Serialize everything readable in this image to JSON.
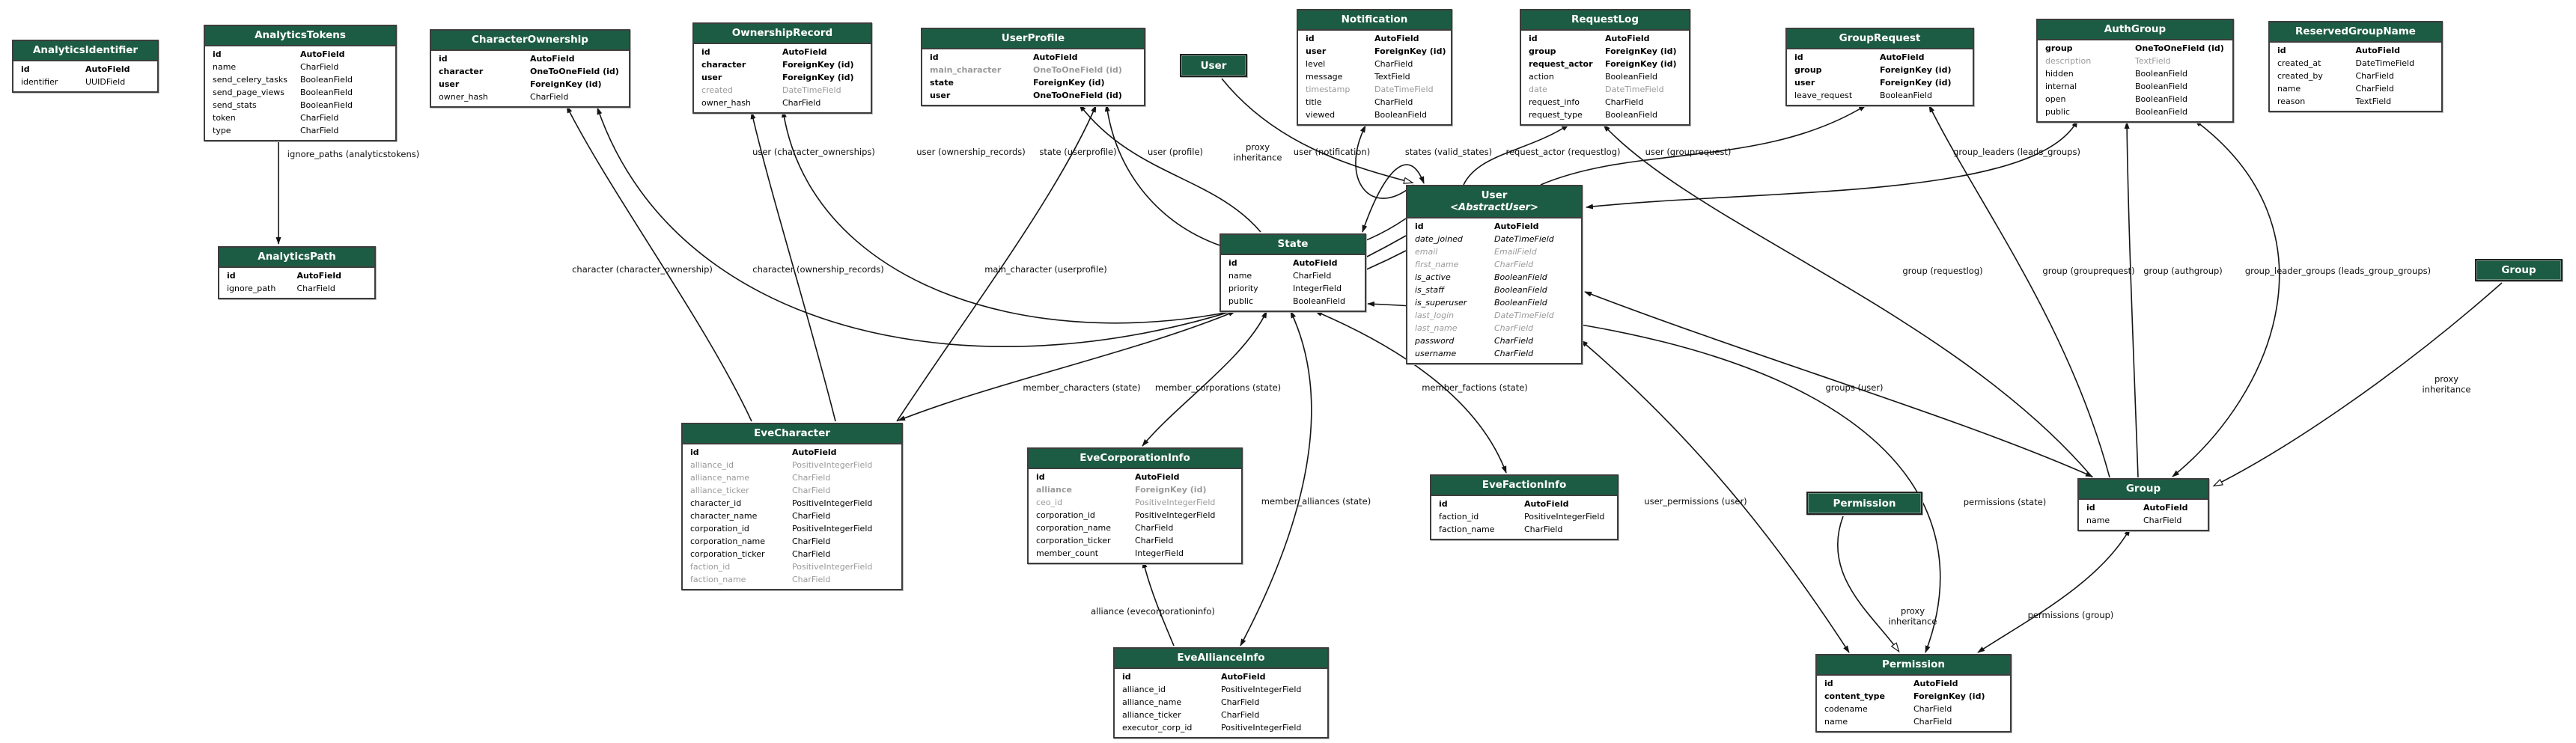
{
  "colors": {
    "header_green": "#1d5c44",
    "table_border": "#3d3d3d",
    "muted_text": "#9a9a9a",
    "edge": "#141414",
    "background": "#ffffff"
  },
  "entities": [
    {
      "id": "analyticsidentifier",
      "kind": "table",
      "title": "AnalyticsIdentifier",
      "fields": [
        {
          "name": "id",
          "type": "AutoField",
          "bold": true
        },
        {
          "name": "identifier",
          "type": "UUIDField"
        }
      ]
    },
    {
      "id": "analyticstokens",
      "kind": "table",
      "title": "AnalyticsTokens",
      "fields": [
        {
          "name": "id",
          "type": "AutoField",
          "bold": true
        },
        {
          "name": "name",
          "type": "CharField"
        },
        {
          "name": "send_celery_tasks",
          "type": "BooleanField"
        },
        {
          "name": "send_page_views",
          "type": "BooleanField"
        },
        {
          "name": "send_stats",
          "type": "BooleanField"
        },
        {
          "name": "token",
          "type": "CharField"
        },
        {
          "name": "type",
          "type": "CharField"
        }
      ]
    },
    {
      "id": "analyticspath",
      "kind": "table",
      "title": "AnalyticsPath",
      "fields": [
        {
          "name": "id",
          "type": "AutoField",
          "bold": true
        },
        {
          "name": "ignore_path",
          "type": "CharField"
        }
      ]
    },
    {
      "id": "characterownership",
      "kind": "table",
      "title": "CharacterOwnership",
      "fields": [
        {
          "name": "id",
          "type": "AutoField",
          "bold": true
        },
        {
          "name": "character",
          "type": "OneToOneField (id)",
          "bold": true
        },
        {
          "name": "user",
          "type": "ForeignKey (id)",
          "bold": true
        },
        {
          "name": "owner_hash",
          "type": "CharField"
        }
      ]
    },
    {
      "id": "ownershiprecord",
      "kind": "table",
      "title": "OwnershipRecord",
      "fields": [
        {
          "name": "id",
          "type": "AutoField",
          "bold": true
        },
        {
          "name": "character",
          "type": "ForeignKey (id)",
          "bold": true
        },
        {
          "name": "user",
          "type": "ForeignKey (id)",
          "bold": true
        },
        {
          "name": "created",
          "type": "DateTimeField",
          "muted": true
        },
        {
          "name": "owner_hash",
          "type": "CharField"
        }
      ]
    },
    {
      "id": "userprofile",
      "kind": "table",
      "title": "UserProfile",
      "fields": [
        {
          "name": "id",
          "type": "AutoField",
          "bold": true
        },
        {
          "name": "main_character",
          "type": "OneToOneField (id)",
          "bold": true,
          "muted": true
        },
        {
          "name": "state",
          "type": "ForeignKey (id)",
          "bold": true
        },
        {
          "name": "user",
          "type": "OneToOneField (id)",
          "bold": true
        }
      ]
    },
    {
      "id": "user_ref",
      "kind": "ref",
      "title": "User"
    },
    {
      "id": "notification",
      "kind": "table",
      "title": "Notification",
      "fields": [
        {
          "name": "id",
          "type": "AutoField",
          "bold": true
        },
        {
          "name": "user",
          "type": "ForeignKey (id)",
          "bold": true
        },
        {
          "name": "level",
          "type": "CharField"
        },
        {
          "name": "message",
          "type": "TextField"
        },
        {
          "name": "timestamp",
          "type": "DateTimeField",
          "muted": true
        },
        {
          "name": "title",
          "type": "CharField"
        },
        {
          "name": "viewed",
          "type": "BooleanField"
        }
      ]
    },
    {
      "id": "requestlog",
      "kind": "table",
      "title": "RequestLog",
      "fields": [
        {
          "name": "id",
          "type": "AutoField",
          "bold": true
        },
        {
          "name": "group",
          "type": "ForeignKey (id)",
          "bold": true
        },
        {
          "name": "request_actor",
          "type": "ForeignKey (id)",
          "bold": true
        },
        {
          "name": "action",
          "type": "BooleanField"
        },
        {
          "name": "date",
          "type": "DateTimeField",
          "muted": true
        },
        {
          "name": "request_info",
          "type": "CharField"
        },
        {
          "name": "request_type",
          "type": "BooleanField"
        }
      ]
    },
    {
      "id": "grouprequest",
      "kind": "table",
      "title": "GroupRequest",
      "fields": [
        {
          "name": "id",
          "type": "AutoField",
          "bold": true
        },
        {
          "name": "group",
          "type": "ForeignKey (id)",
          "bold": true
        },
        {
          "name": "user",
          "type": "ForeignKey (id)",
          "bold": true
        },
        {
          "name": "leave_request",
          "type": "BooleanField"
        }
      ]
    },
    {
      "id": "authgroup",
      "kind": "table",
      "title": "AuthGroup",
      "fields": [
        {
          "name": "group",
          "type": "OneToOneField (id)",
          "bold": true
        },
        {
          "name": "description",
          "type": "TextField",
          "muted": true
        },
        {
          "name": "hidden",
          "type": "BooleanField"
        },
        {
          "name": "internal",
          "type": "BooleanField"
        },
        {
          "name": "open",
          "type": "BooleanField"
        },
        {
          "name": "public",
          "type": "BooleanField"
        }
      ]
    },
    {
      "id": "reservedgroupname",
      "kind": "table",
      "title": "ReservedGroupName",
      "fields": [
        {
          "name": "id",
          "type": "AutoField",
          "bold": true
        },
        {
          "name": "created_at",
          "type": "DateTimeField"
        },
        {
          "name": "created_by",
          "type": "CharField"
        },
        {
          "name": "name",
          "type": "CharField"
        },
        {
          "name": "reason",
          "type": "TextField"
        }
      ]
    },
    {
      "id": "state",
      "kind": "table",
      "title": "State",
      "fields": [
        {
          "name": "id",
          "type": "AutoField",
          "bold": true
        },
        {
          "name": "name",
          "type": "CharField"
        },
        {
          "name": "priority",
          "type": "IntegerField"
        },
        {
          "name": "public",
          "type": "BooleanField"
        }
      ]
    },
    {
      "id": "user_abstract",
      "kind": "table",
      "title": "User",
      "subtitle": "<AbstractUser>",
      "fields": [
        {
          "name": "id",
          "type": "AutoField",
          "bold": true
        },
        {
          "name": "date_joined",
          "type": "DateTimeField",
          "italic": true
        },
        {
          "name": "email",
          "type": "EmailField",
          "italic": true,
          "muted": true
        },
        {
          "name": "first_name",
          "type": "CharField",
          "italic": true,
          "muted": true
        },
        {
          "name": "is_active",
          "type": "BooleanField",
          "italic": true
        },
        {
          "name": "is_staff",
          "type": "BooleanField",
          "italic": true
        },
        {
          "name": "is_superuser",
          "type": "BooleanField",
          "italic": true
        },
        {
          "name": "last_login",
          "type": "DateTimeField",
          "italic": true,
          "muted": true
        },
        {
          "name": "last_name",
          "type": "CharField",
          "italic": true,
          "muted": true
        },
        {
          "name": "password",
          "type": "CharField",
          "italic": true
        },
        {
          "name": "username",
          "type": "CharField",
          "italic": true
        }
      ]
    },
    {
      "id": "evecharacter",
      "kind": "table",
      "title": "EveCharacter",
      "fields": [
        {
          "name": "id",
          "type": "AutoField",
          "bold": true
        },
        {
          "name": "alliance_id",
          "type": "PositiveIntegerField",
          "muted": true
        },
        {
          "name": "alliance_name",
          "type": "CharField",
          "muted": true
        },
        {
          "name": "alliance_ticker",
          "type": "CharField",
          "muted": true
        },
        {
          "name": "character_id",
          "type": "PositiveIntegerField"
        },
        {
          "name": "character_name",
          "type": "CharField"
        },
        {
          "name": "corporation_id",
          "type": "PositiveIntegerField"
        },
        {
          "name": "corporation_name",
          "type": "CharField"
        },
        {
          "name": "corporation_ticker",
          "type": "CharField"
        },
        {
          "name": "faction_id",
          "type": "PositiveIntegerField",
          "muted": true
        },
        {
          "name": "faction_name",
          "type": "CharField",
          "muted": true
        }
      ]
    },
    {
      "id": "evecorporationinfo",
      "kind": "table",
      "title": "EveCorporationInfo",
      "fields": [
        {
          "name": "id",
          "type": "AutoField",
          "bold": true
        },
        {
          "name": "alliance",
          "type": "ForeignKey (id)",
          "bold": true,
          "muted": true
        },
        {
          "name": "ceo_id",
          "type": "PositiveIntegerField",
          "muted": true
        },
        {
          "name": "corporation_id",
          "type": "PositiveIntegerField"
        },
        {
          "name": "corporation_name",
          "type": "CharField"
        },
        {
          "name": "corporation_ticker",
          "type": "CharField"
        },
        {
          "name": "member_count",
          "type": "IntegerField"
        }
      ]
    },
    {
      "id": "evefactioninfo",
      "kind": "table",
      "title": "EveFactionInfo",
      "fields": [
        {
          "name": "id",
          "type": "AutoField",
          "bold": true
        },
        {
          "name": "faction_id",
          "type": "PositiveIntegerField"
        },
        {
          "name": "faction_name",
          "type": "CharField"
        }
      ]
    },
    {
      "id": "permission_ref",
      "kind": "ref",
      "title": "Permission"
    },
    {
      "id": "group_table",
      "kind": "table",
      "title": "Group",
      "fields": [
        {
          "name": "id",
          "type": "AutoField",
          "bold": true
        },
        {
          "name": "name",
          "type": "CharField"
        }
      ]
    },
    {
      "id": "group_ref",
      "kind": "ref",
      "title": "Group"
    },
    {
      "id": "eveallianceinfo",
      "kind": "table",
      "title": "EveAllianceInfo",
      "fields": [
        {
          "name": "id",
          "type": "AutoField",
          "bold": true
        },
        {
          "name": "alliance_id",
          "type": "PositiveIntegerField"
        },
        {
          "name": "alliance_name",
          "type": "CharField"
        },
        {
          "name": "alliance_ticker",
          "type": "CharField"
        },
        {
          "name": "executor_corp_id",
          "type": "PositiveIntegerField"
        }
      ]
    },
    {
      "id": "permission_table",
      "kind": "table",
      "title": "Permission",
      "fields": [
        {
          "name": "id",
          "type": "AutoField",
          "bold": true
        },
        {
          "name": "content_type",
          "type": "ForeignKey (id)",
          "bold": true
        },
        {
          "name": "codename",
          "type": "CharField"
        },
        {
          "name": "name",
          "type": "CharField"
        }
      ]
    }
  ],
  "edges": [
    {
      "from": "analyticstokens",
      "to": "analyticspath",
      "label": "ignore_paths (analyticstokens)",
      "type": "m2m"
    },
    {
      "from": "user_abstract",
      "to": "characterownership",
      "label": "user (character_ownerships)",
      "type": "fk"
    },
    {
      "from": "user_abstract",
      "to": "ownershiprecord",
      "label": "user (ownership_records)",
      "type": "fk"
    },
    {
      "from": "user_abstract",
      "to": "userprofile",
      "label": "user (profile)",
      "type": "fk"
    },
    {
      "from": "state",
      "to": "userprofile",
      "label": "state (userprofile)",
      "type": "fk"
    },
    {
      "from": "user_abstract",
      "to": "notification",
      "label": "user (notification)",
      "type": "fk"
    },
    {
      "from": "user_abstract",
      "to": "requestlog",
      "label": "request_actor (requestlog)",
      "type": "fk"
    },
    {
      "from": "user_abstract",
      "to": "grouprequest",
      "label": "user (grouprequest)",
      "type": "fk"
    },
    {
      "from": "group_table",
      "to": "requestlog",
      "label": "group (requestlog)",
      "type": "fk"
    },
    {
      "from": "group_table",
      "to": "grouprequest",
      "label": "group (grouprequest)",
      "type": "fk"
    },
    {
      "from": "group_table",
      "to": "authgroup",
      "label": "group (authgroup)",
      "type": "fk"
    },
    {
      "from": "evecharacter",
      "to": "characterownership",
      "label": "character (character_ownership)",
      "type": "fk"
    },
    {
      "from": "evecharacter",
      "to": "ownershiprecord",
      "label": "character (ownership_records)",
      "type": "fk"
    },
    {
      "from": "evecharacter",
      "to": "userprofile",
      "label": "main_character (userprofile)",
      "type": "fk"
    },
    {
      "from": "user_abstract",
      "to": "state",
      "label": "states (valid_states)",
      "type": "m2m"
    },
    {
      "from": "authgroup",
      "to": "user_abstract",
      "label": "group_leaders (leads_groups)",
      "type": "m2m"
    },
    {
      "from": "authgroup",
      "to": "group_table",
      "label": "group_leader_groups (leads_group_groups)",
      "type": "m2m"
    },
    {
      "from": "state",
      "to": "evecharacter",
      "label": "member_characters (state)",
      "type": "m2m"
    },
    {
      "from": "state",
      "to": "evecorporationinfo",
      "label": "member_corporations (state)",
      "type": "m2m"
    },
    {
      "from": "state",
      "to": "evefactioninfo",
      "label": "member_factions (state)",
      "type": "m2m"
    },
    {
      "from": "state",
      "to": "eveallianceinfo",
      "label": "member_alliances (state)",
      "type": "m2m"
    },
    {
      "from": "user_abstract",
      "to": "group_table",
      "label": "groups (user)",
      "type": "m2m"
    },
    {
      "from": "user_abstract",
      "to": "permission_table",
      "label": "user_permissions (user)",
      "type": "m2m"
    },
    {
      "from": "state",
      "to": "permission_table",
      "label": "permissions (state)",
      "type": "m2m"
    },
    {
      "from": "group_table",
      "to": "permission_table",
      "label": "permissions (group)",
      "type": "m2m"
    },
    {
      "from": "eveallianceinfo",
      "to": "evecorporationinfo",
      "label": "alliance (evecorporationinfo)",
      "type": "fk"
    },
    {
      "from": "user_ref",
      "to": "user_abstract",
      "label": "proxy\ninheritance",
      "type": "proxy"
    },
    {
      "from": "permission_ref",
      "to": "permission_table",
      "label": "proxy\ninheritance",
      "type": "proxy"
    },
    {
      "from": "group_ref",
      "to": "group_table",
      "label": "proxy\ninheritance",
      "type": "proxy"
    }
  ]
}
